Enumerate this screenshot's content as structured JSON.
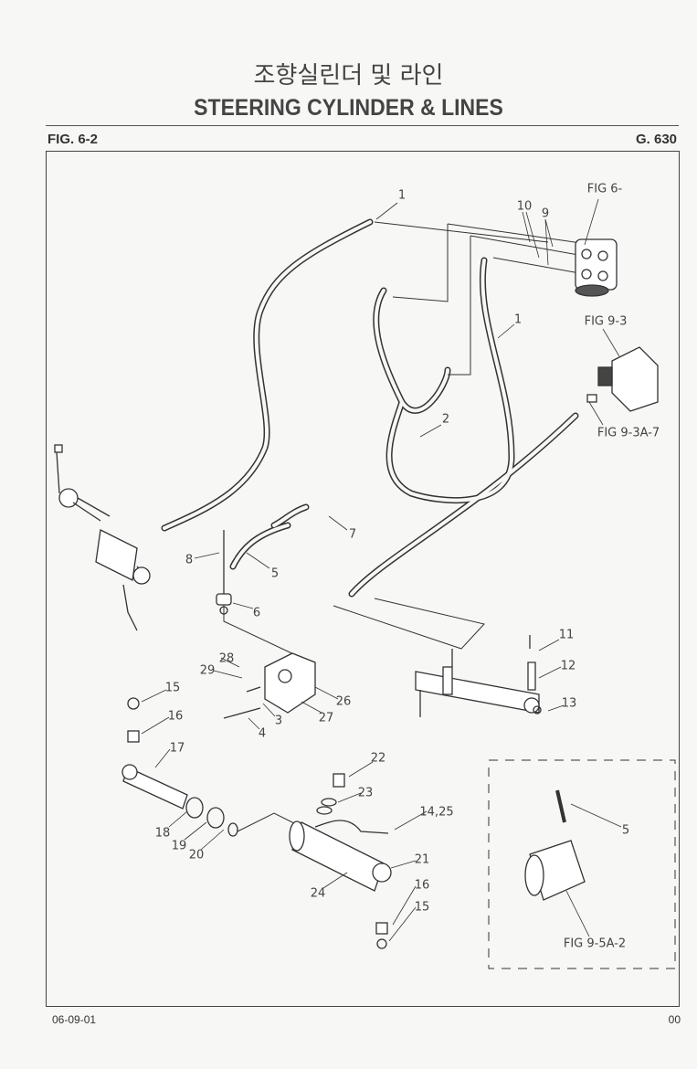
{
  "header": {
    "title_korean": "조향실린더 및 라인",
    "title": "STEERING CYLINDER & LINES",
    "figure": "FIG. 6-2",
    "model": "G. 630"
  },
  "callouts": [
    "1",
    "FIG 6-",
    "10",
    "9",
    "1",
    "FIG 9-3",
    "2",
    "FIG 9-3A-7",
    "7",
    "8",
    "5",
    "6",
    "11",
    "12",
    "28",
    "29",
    "26",
    "3",
    "27",
    "4",
    "13",
    "15",
    "16",
    "17",
    "22",
    "23",
    "14,25",
    "18",
    "19",
    "20",
    "21",
    "16",
    "24",
    "15",
    "5",
    "FIG 9-5A-2"
  ],
  "footer": {
    "code": "06-09-01",
    "page": "00"
  }
}
